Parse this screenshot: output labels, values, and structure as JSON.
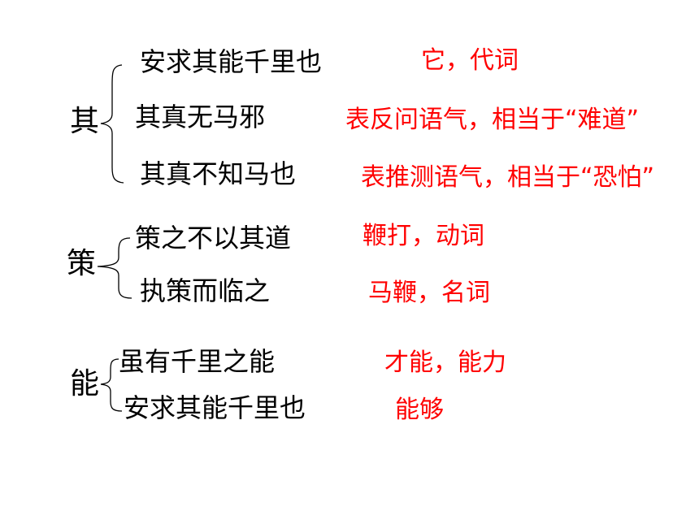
{
  "colors": {
    "text": "#000000",
    "meaning": "#ff0000",
    "background": "#ffffff"
  },
  "groups": [
    {
      "word": "其",
      "examples": [
        "安求其能千里也",
        "其真无马邪",
        "其真不知马也"
      ],
      "meanings": [
        "它，代词",
        "表反问语气，相当于“难道”",
        "表推测语气，相当于“恐怕”"
      ]
    },
    {
      "word": "策",
      "examples": [
        "策之不以其道",
        "执策而临之"
      ],
      "meanings": [
        "鞭打，动词",
        "马鞭，名词"
      ]
    },
    {
      "word": "能",
      "examples": [
        "虽有千里之能",
        "安求其能千里也"
      ],
      "meanings": [
        "才能，能力",
        "能够"
      ]
    }
  ]
}
